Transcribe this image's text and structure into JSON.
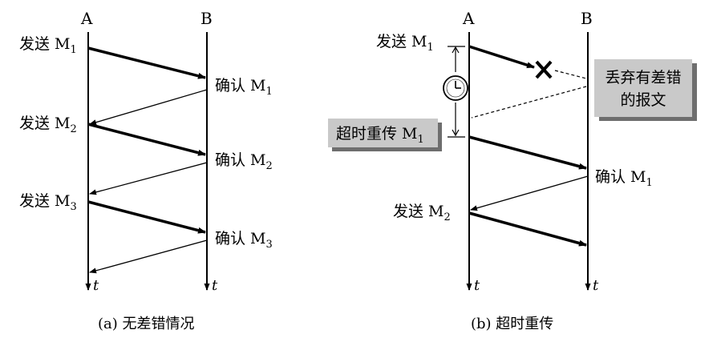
{
  "left": {
    "host_a": "A",
    "host_b": "B",
    "send_m1": "发送 M",
    "send_m1_sub": "1",
    "ack_m1": "确认 M",
    "ack_m1_sub": "1",
    "send_m2": "发送 M",
    "send_m2_sub": "2",
    "ack_m2": "确认 M",
    "ack_m2_sub": "2",
    "send_m3": "发送 M",
    "send_m3_sub": "3",
    "ack_m3": "确认 M",
    "ack_m3_sub": "3",
    "time_a": "t",
    "time_b": "t",
    "caption": "(a) 无差错情况"
  },
  "right": {
    "host_a": "A",
    "host_b": "B",
    "send_m1": "发送 M",
    "send_m1_sub": "1",
    "discard_line1": "丢弃有差错",
    "discard_line2": "的报文",
    "retransmit": "超时重传 M",
    "retransmit_sub": "1",
    "ack_m1": "确认 M",
    "ack_m1_sub": "1",
    "send_m2": "发送 M",
    "send_m2_sub": "2",
    "time_a": "t",
    "time_b": "t",
    "caption": "(b) 超时重传"
  },
  "colors": {
    "line": "#000000",
    "box_fill": "#c9c9c9",
    "box_shadow": "#6e6e6e"
  },
  "icons": {
    "timer": "clock-icon",
    "loss": "x-mark-icon"
  }
}
